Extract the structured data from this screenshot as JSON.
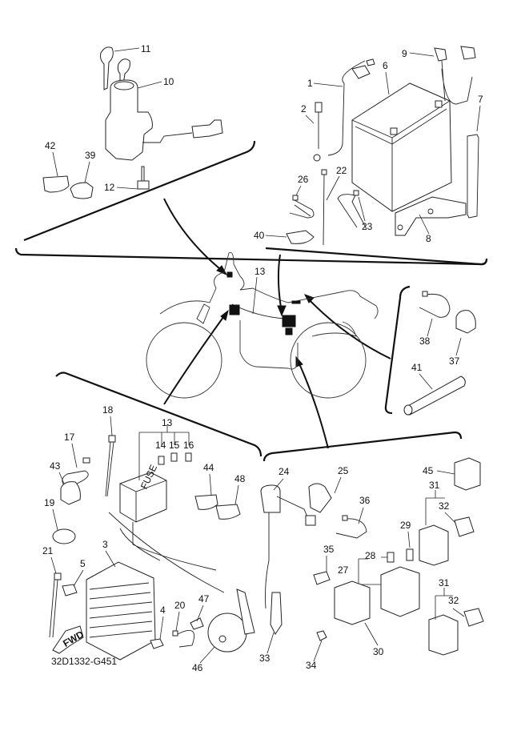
{
  "diagram": {
    "title": "Electrical parts exploded view",
    "drawing_code": "32D1332-G451",
    "forward_indicator": "FWD",
    "fuse_box_text": "FUSE",
    "colors": {
      "line": "#111111",
      "background": "#ffffff"
    }
  },
  "callouts": [
    {
      "id": "1",
      "label": "1"
    },
    {
      "id": "2",
      "label": "2"
    },
    {
      "id": "3",
      "label": "3"
    },
    {
      "id": "4",
      "label": "4"
    },
    {
      "id": "5",
      "label": "5"
    },
    {
      "id": "6",
      "label": "6"
    },
    {
      "id": "7",
      "label": "7"
    },
    {
      "id": "8",
      "label": "8"
    },
    {
      "id": "9",
      "label": "9"
    },
    {
      "id": "10",
      "label": "10"
    },
    {
      "id": "11",
      "label": "11"
    },
    {
      "id": "12",
      "label": "12"
    },
    {
      "id": "13a",
      "label": "13"
    },
    {
      "id": "13b",
      "label": "13"
    },
    {
      "id": "14",
      "label": "14"
    },
    {
      "id": "15",
      "label": "15"
    },
    {
      "id": "16",
      "label": "16"
    },
    {
      "id": "17",
      "label": "17"
    },
    {
      "id": "18",
      "label": "18"
    },
    {
      "id": "19",
      "label": "19"
    },
    {
      "id": "20",
      "label": "20"
    },
    {
      "id": "21",
      "label": "21"
    },
    {
      "id": "22",
      "label": "22"
    },
    {
      "id": "23",
      "label": "23"
    },
    {
      "id": "24",
      "label": "24"
    },
    {
      "id": "25",
      "label": "25"
    },
    {
      "id": "26",
      "label": "26"
    },
    {
      "id": "27",
      "label": "27"
    },
    {
      "id": "28",
      "label": "28"
    },
    {
      "id": "29",
      "label": "29"
    },
    {
      "id": "30",
      "label": "30"
    },
    {
      "id": "31a",
      "label": "31"
    },
    {
      "id": "31b",
      "label": "31"
    },
    {
      "id": "32a",
      "label": "32"
    },
    {
      "id": "32b",
      "label": "32"
    },
    {
      "id": "33",
      "label": "33"
    },
    {
      "id": "34",
      "label": "34"
    },
    {
      "id": "35",
      "label": "35"
    },
    {
      "id": "36",
      "label": "36"
    },
    {
      "id": "37",
      "label": "37"
    },
    {
      "id": "38",
      "label": "38"
    },
    {
      "id": "39",
      "label": "39"
    },
    {
      "id": "40",
      "label": "40"
    },
    {
      "id": "41",
      "label": "41"
    },
    {
      "id": "42",
      "label": "42"
    },
    {
      "id": "43",
      "label": "43"
    },
    {
      "id": "44",
      "label": "44"
    },
    {
      "id": "45",
      "label": "45"
    },
    {
      "id": "46",
      "label": "46"
    },
    {
      "id": "47",
      "label": "47"
    },
    {
      "id": "48",
      "label": "48"
    }
  ]
}
